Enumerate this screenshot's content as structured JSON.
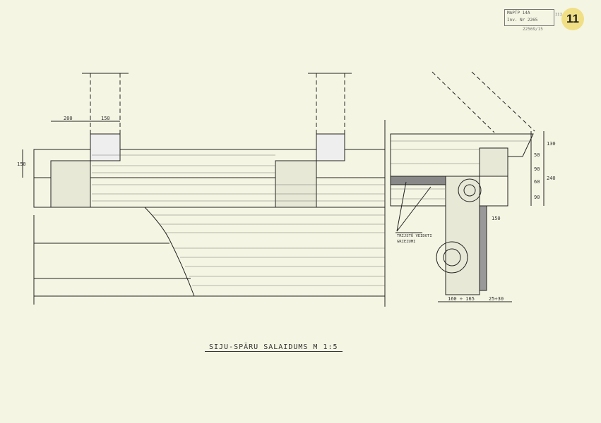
{
  "sheet": {
    "page_number": "11",
    "stamp_line1": "МАРТР 14А",
    "stamp_line2": "Inv. Nr 2265",
    "stamp_side": "III",
    "archive_number": "22569/15",
    "title": "SIJU-SPĀRU SALAIDUMS  M 1:5"
  },
  "dimensions": {
    "left_top_a": "200",
    "left_top_b": "150",
    "left_side": "150",
    "right_130": "130",
    "right_50": "50",
    "right_90a": "90",
    "right_60": "60",
    "right_90b": "90",
    "right_240": "240",
    "right_150": "150",
    "bottom_width": "160 ÷ 165",
    "bottom_board": "25÷30"
  },
  "notes": {
    "line1": "TRIJSTŪ VEIDOTI",
    "line2": "GRIEZUMI"
  }
}
